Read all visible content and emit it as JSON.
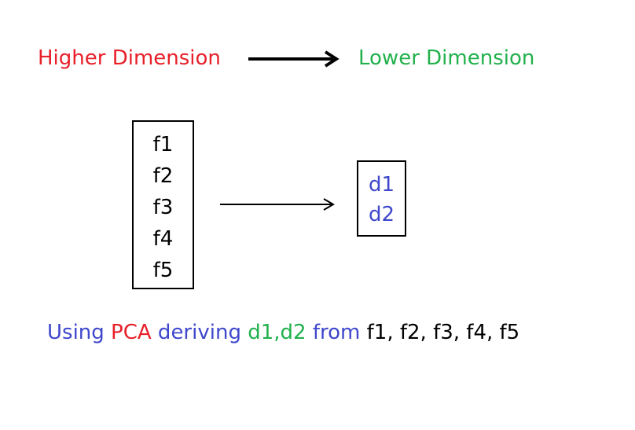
{
  "header": {
    "from_label": "Higher Dimension",
    "to_label": "Lower Dimension"
  },
  "features": [
    "f1",
    "f2",
    "f3",
    "f4",
    "f5"
  ],
  "components": [
    "d1",
    "d2"
  ],
  "caption": {
    "using": "Using ",
    "pca": "PCA",
    "deriving": " deriving ",
    "derived": "d1,d2",
    "from": " from ",
    "sources": "f1, f2, f3, f4, f5"
  },
  "colors": {
    "red": "#e8202a",
    "green": "#22b14c",
    "blue": "#3f48cc",
    "black": "#000000"
  },
  "icons": {
    "header_arrow": "arrow-right-icon",
    "mapping_arrow": "arrow-right-icon"
  }
}
